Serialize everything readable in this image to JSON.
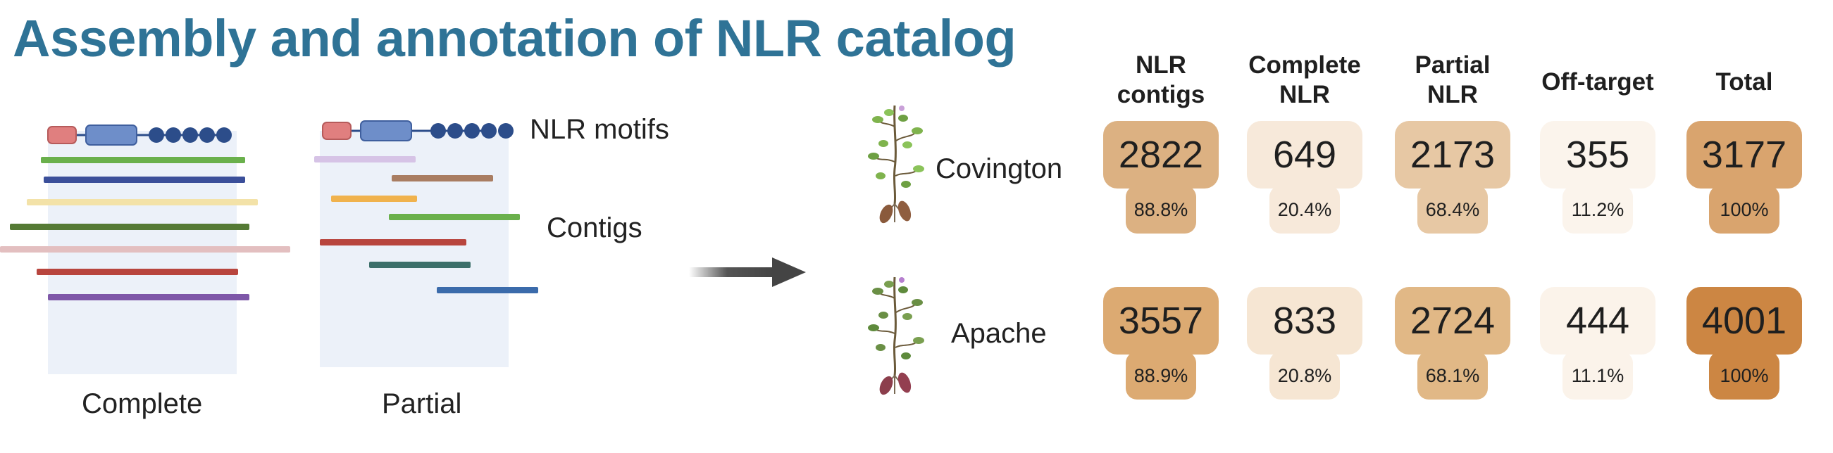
{
  "title": "Assembly and annotation of NLR catalog",
  "left_panel": {
    "motif_label": "NLR motifs",
    "contigs_label": "Contigs",
    "complete_label": "Complete",
    "partial_label": "Partial"
  },
  "table": {
    "headers": [
      {
        "line1": "NLR",
        "line2": "contigs"
      },
      {
        "line1": "Complete",
        "line2": "NLR"
      },
      {
        "line1": "Partial",
        "line2": "NLR"
      },
      {
        "line1": "Off-target",
        "line2": ""
      },
      {
        "line1": "Total",
        "line2": ""
      }
    ],
    "rows": [
      {
        "name": "Covington",
        "cells": [
          {
            "value": "2822",
            "pct": "88.8%",
            "color": "#dcb182"
          },
          {
            "value": "649",
            "pct": "20.4%",
            "color": "#f7e9da"
          },
          {
            "value": "2173",
            "pct": "68.4%",
            "color": "#e7c8a4"
          },
          {
            "value": "355",
            "pct": "11.2%",
            "color": "#fbf4ec"
          },
          {
            "value": "3177",
            "pct": "100%",
            "color": "#d9a46e"
          }
        ]
      },
      {
        "name": "Apache",
        "cells": [
          {
            "value": "3557",
            "pct": "88.9%",
            "color": "#dcaa72"
          },
          {
            "value": "833",
            "pct": "20.8%",
            "color": "#f6e6d3"
          },
          {
            "value": "2724",
            "pct": "68.1%",
            "color": "#e1b886"
          },
          {
            "value": "444",
            "pct": "11.1%",
            "color": "#fbf3ea"
          },
          {
            "value": "4001",
            "pct": "100%",
            "color": "#cc8643"
          }
        ]
      }
    ]
  },
  "colors": {
    "title": "#2f7396",
    "panel": "#ecf1f9",
    "motif_red": "#e07f7f",
    "motif_blue": "#6e8ec9",
    "motif_dark": "#2c4d8a"
  }
}
